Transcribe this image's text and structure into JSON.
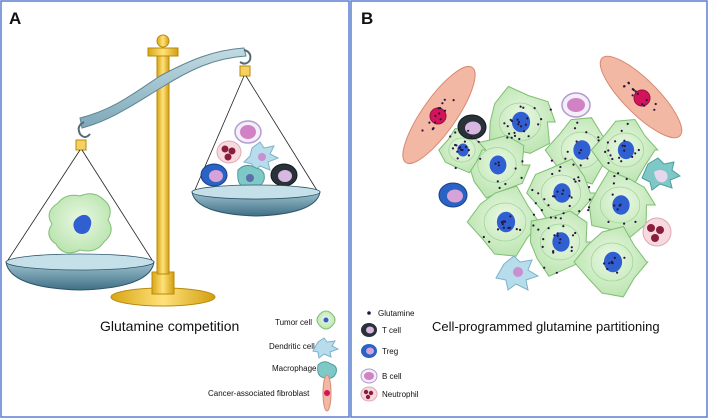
{
  "panels": {
    "a": {
      "letter": "A",
      "caption": "Glutamine competition"
    },
    "b": {
      "letter": "B",
      "caption": "Cell-programmed glutamine partitioning"
    }
  },
  "legend_left": {
    "tumor": "Tumor cell",
    "dendritic": "Dendritic cell",
    "macrophage": "Macrophage",
    "caf": "Cancer-associated fibroblast"
  },
  "legend_right": {
    "glutamine": "Glutamine",
    "tcell": "T cell",
    "treg": "Treg",
    "bcell": "B cell",
    "neutrophil": "Neutrophil"
  },
  "colors": {
    "border": "#5b7fd0",
    "tumor": "#c9ecc0",
    "nucleus": "#2f5fd0",
    "gold": "#f0c52e",
    "beam": "#8fb6c4",
    "caf": "#f2b8a4",
    "caf_nucleus": "#d4145a",
    "treg": "#2a63c4",
    "tcell": "#283238",
    "bcell": "#c98fd0",
    "neutrophil": "#8a1d3a",
    "dendritic": "#b7dcec",
    "macrophage": "#7fc8c8",
    "glutamine": "#2a1340"
  }
}
